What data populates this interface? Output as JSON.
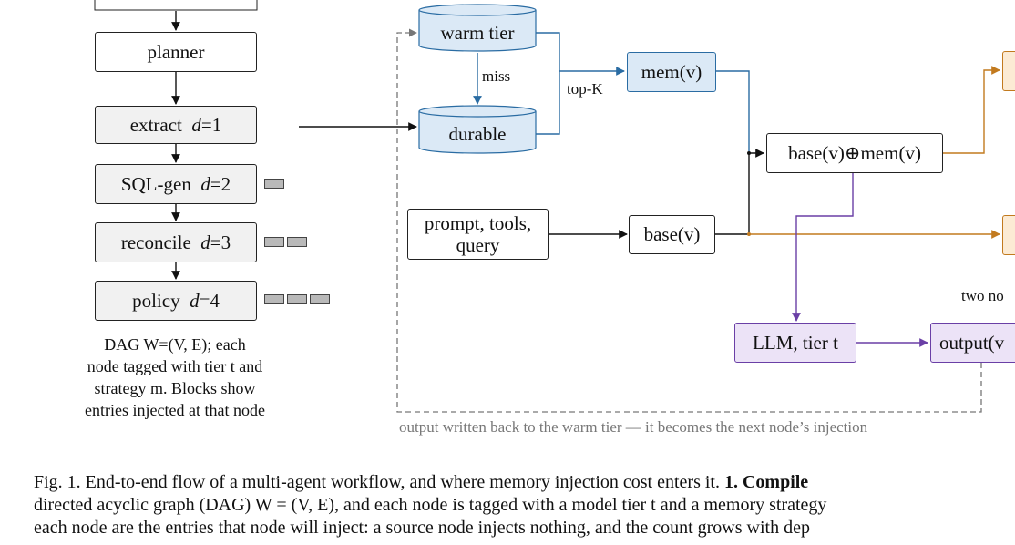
{
  "pipeline": {
    "nodes": [
      {
        "name": "planner",
        "d": ""
      },
      {
        "name": "extract",
        "d": "1"
      },
      {
        "name": "SQL-gen",
        "d": "2"
      },
      {
        "name": "reconcile",
        "d": "3"
      },
      {
        "name": "policy",
        "d": "4"
      }
    ],
    "d_var": "d",
    "caption_lines": [
      "DAG W=(V, E); each",
      "node tagged with tier t and",
      "strategy m. Blocks show",
      "entries injected at that node"
    ]
  },
  "memory": {
    "warm_tier": "warm tier",
    "durable": "durable",
    "miss_label": "miss",
    "topk_label": "top-K",
    "mem_label": "mem(v)"
  },
  "prompt": {
    "lines": [
      "prompt, tools,",
      "query"
    ],
    "base_label": "base(v)",
    "combined_label": "base(v)⊕mem(v)"
  },
  "llm": {
    "label": "LLM, tier t",
    "output_label": "output(v",
    "two_no": "two no"
  },
  "feedback": {
    "label": "output written back to the warm tier — it becomes the next node’s injection"
  },
  "caption": {
    "line1_prefix": "Fig. 1.  End-to-end flow of a multi-agent workflow, and where memory injection cost enters it.",
    "line1_bold": "1. Compile",
    "line2": "directed acyclic graph (DAG) W = (V, E), and each node is tagged with a model tier t and a memory strategy",
    "line3": "each node are the entries that node will inject: a source node injects nothing, and the count grows with dep"
  },
  "colors": {
    "blue": "#2a6ca3",
    "orange": "#c27a1e",
    "purple": "#6a3fa6",
    "grey_dash": "#777777"
  }
}
